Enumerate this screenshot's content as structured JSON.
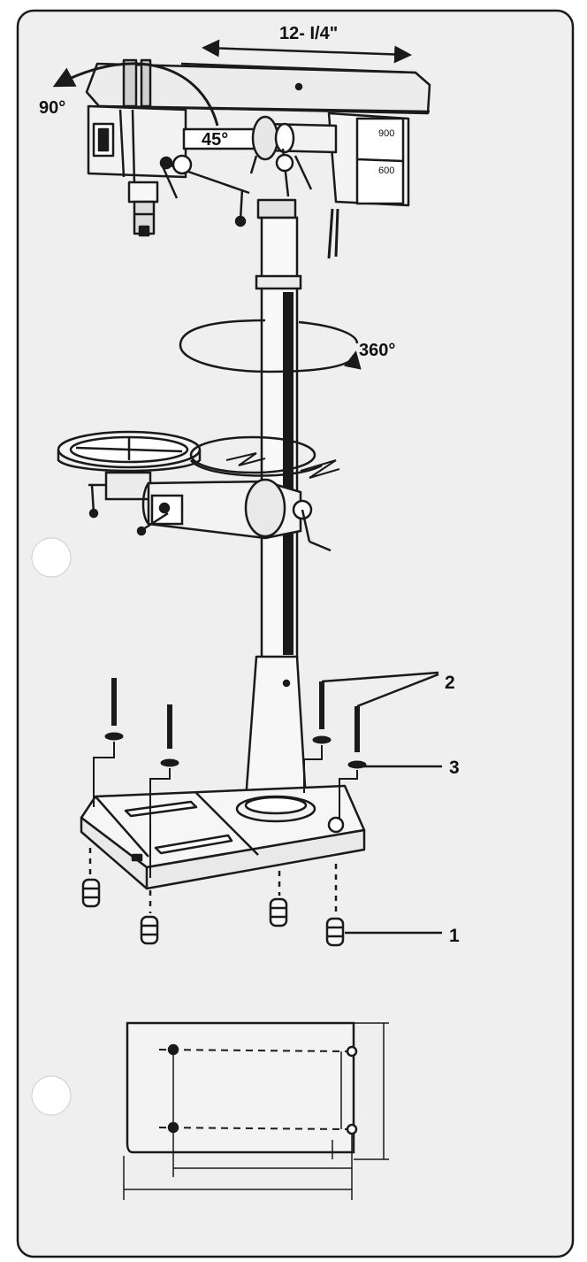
{
  "diagram": {
    "labels": {
      "table_width": "12- I/4\"",
      "head_tilt": "90°",
      "arm_tilt": "45°",
      "rotation": "360°",
      "callout_1": "1",
      "callout_2": "2",
      "callout_3": "3"
    },
    "head_dial_marks": [
      "900",
      "600"
    ],
    "colors": {
      "paper": "#efefef",
      "ink": "#1a1a1a",
      "gray": "#555555"
    }
  }
}
